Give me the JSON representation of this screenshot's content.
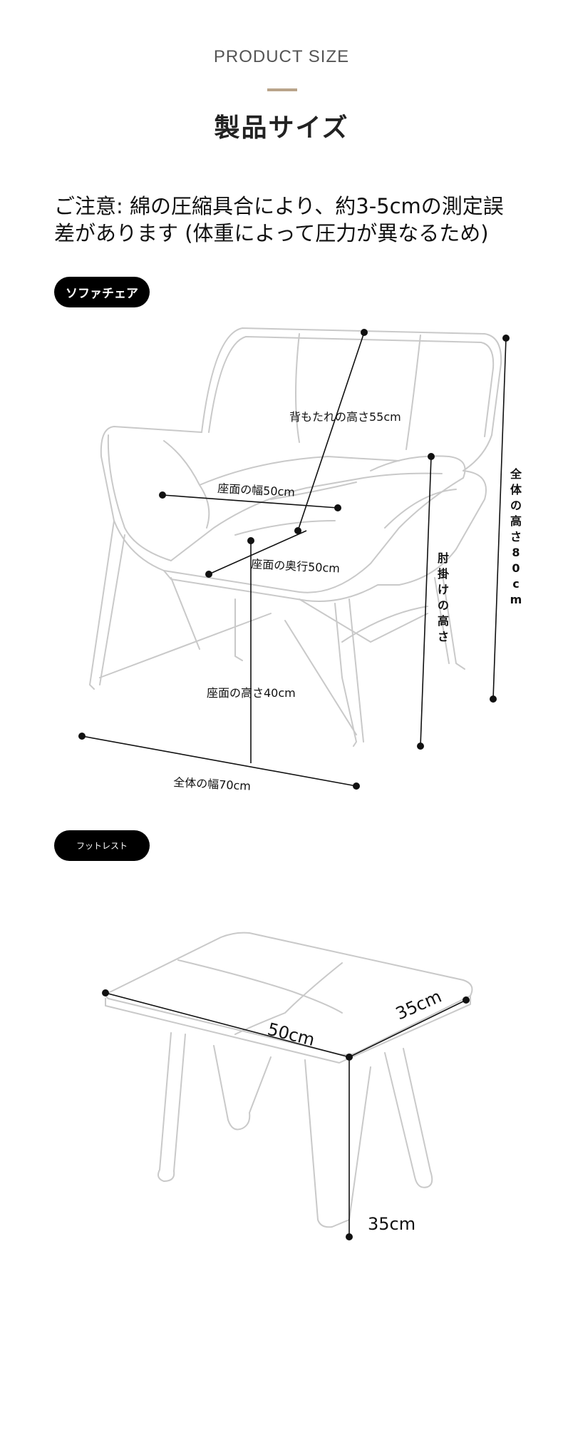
{
  "header": {
    "eyebrow": "PRODUCT SIZE",
    "title": "製品サイズ",
    "accent_color": "#b9a48a"
  },
  "notice": {
    "line1": "ご注意: 綿の圧縮具合により、約3-5cmの測定誤",
    "line2": "差があります (体重によって圧力が異なるため)"
  },
  "sofa": {
    "badge": "ソファチェア",
    "labels": {
      "back_height": "背もたれの高さ55cm",
      "seat_width": "座面の幅50cm",
      "seat_depth": "座面の奥行50cm",
      "seat_height": "座面の高さ40cm",
      "total_width": "全体の幅70cm",
      "armrest_height_chars": [
        "肘",
        "掛",
        "け",
        "の",
        "高",
        "さ"
      ],
      "total_height_chars": [
        "全",
        "体",
        "の",
        "高",
        "さ",
        "8",
        "0",
        "c",
        "m"
      ]
    }
  },
  "footrest": {
    "badge": "フットレスト",
    "labels": {
      "width": "50cm",
      "depth": "35cm",
      "height": "35cm"
    }
  }
}
